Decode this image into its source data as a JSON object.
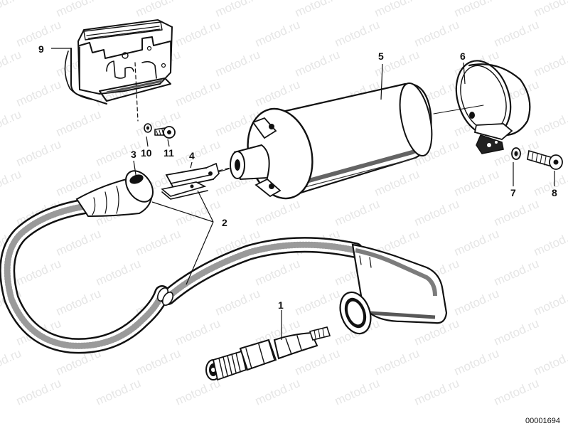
{
  "watermark": "motod.ru",
  "callouts": {
    "c1": "1",
    "c2": "2",
    "c3": "3",
    "c4": "4",
    "c5": "5",
    "c6": "6",
    "c7": "7",
    "c8": "8",
    "c9": "9",
    "c10": "10",
    "c11": "11"
  },
  "document_number": "00001694"
}
